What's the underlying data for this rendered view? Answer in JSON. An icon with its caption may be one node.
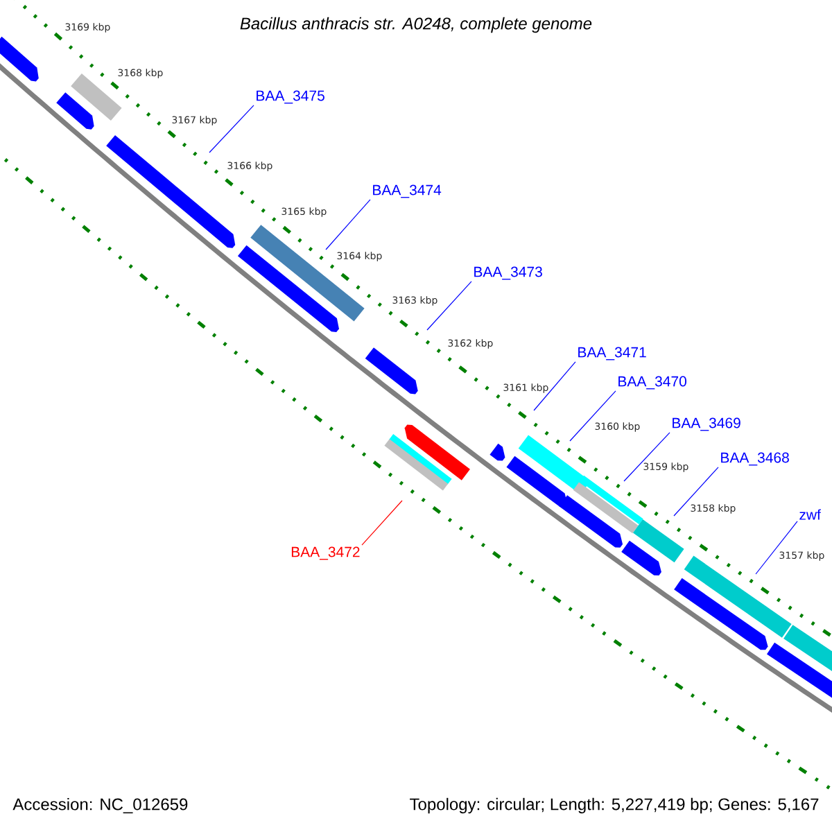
{
  "diagram": {
    "title": "Bacillus anthracis str. A0248, complete genome",
    "nodes": [
      {
        "text": [
          "BAA_3475"
        ]
      },
      {
        "text": [
          "BAA_3474"
        ]
      },
      {
        "text": [
          "BAA_3473"
        ]
      },
      {
        "text": [
          "BAA_3471"
        ]
      },
      {
        "text": [
          "BAA_3470"
        ]
      },
      {
        "text": [
          "BAA_3469"
        ]
      },
      {
        "text": [
          "BAA_3468"
        ]
      },
      {
        "text": [
          "zwf"
        ]
      },
      {
        "text": [
          "BAA_3472"
        ]
      }
    ],
    "edges": [
      {
        "from": 0,
        "to": null,
        "arrow": "none"
      },
      {
        "from": 1,
        "to": null,
        "arrow": "none"
      },
      {
        "from": 2,
        "to": null,
        "arrow": "none"
      },
      {
        "from": 3,
        "to": null,
        "arrow": "none"
      },
      {
        "from": 4,
        "to": null,
        "arrow": "none"
      },
      {
        "from": 5,
        "to": null,
        "arrow": "none"
      },
      {
        "from": 6,
        "to": null,
        "arrow": "none"
      },
      {
        "from": 7,
        "to": null,
        "arrow": "none"
      },
      {
        "from": 8,
        "to": null,
        "arrow": "none",
        "color": "#ff0000"
      }
    ],
    "labels": [
      "3169 kbp",
      "3168 kbp",
      "3167 kbp",
      "3166 kbp",
      "3165 kbp",
      "3164 kbp",
      "3163 kbp",
      "3162 kbp",
      "3161 kbp",
      "3160 kbp",
      "3159 kbp",
      "3158 kbp",
      "3157 kbp",
      "Accession: NC_012659",
      "Topology: circular; Length: 5,227,419 bp; Genes: 5,167"
    ]
  }
}
